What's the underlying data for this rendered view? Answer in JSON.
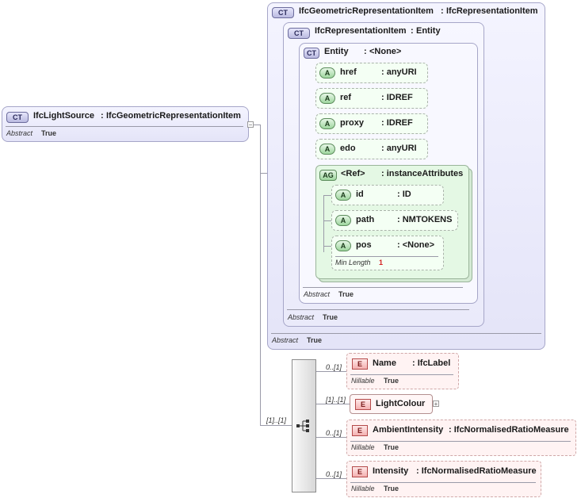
{
  "root": {
    "badge": "CT",
    "name": "IfcLightSource",
    "sep": ":",
    "base": "IfcGeometricRepresentationItem",
    "prop_label": "Abstract",
    "prop_value": "True",
    "toggle": "−"
  },
  "geo_item": {
    "badge": "CT",
    "name": "IfcGeometricRepresentationItem",
    "sep": ":",
    "base": "IfcRepresentationItem",
    "prop_label": "Abstract",
    "prop_value": "True"
  },
  "rep_item": {
    "badge": "CT",
    "name": "IfcRepresentationItem",
    "sep": ":",
    "base": "Entity",
    "prop_label": "Abstract",
    "prop_value": "True"
  },
  "entity": {
    "badge": "CT",
    "name": "Entity",
    "sep": ":",
    "base": "<None>",
    "prop_label": "Abstract",
    "prop_value": "True"
  },
  "attributes": [
    {
      "badge": "A",
      "name": "href",
      "type": ": anyURI"
    },
    {
      "badge": "A",
      "name": "ref",
      "type": ": IDREF"
    },
    {
      "badge": "A",
      "name": "proxy",
      "type": ": IDREF"
    },
    {
      "badge": "A",
      "name": "edo",
      "type": ": anyURI"
    }
  ],
  "attr_group": {
    "badge": "AG",
    "name": "<Ref>",
    "type": ": instanceAttributes",
    "items": [
      {
        "badge": "A",
        "name": "id",
        "type": ": ID"
      },
      {
        "badge": "A",
        "name": "path",
        "type": ": NMTOKENS"
      },
      {
        "badge": "A",
        "name": "pos",
        "type": ": <None>",
        "prop_label": "Min Length",
        "prop_value": "1"
      }
    ]
  },
  "sequence": {
    "multiplicity": "[1]..[1]",
    "icon": "sequence-icon"
  },
  "elements": [
    {
      "badge": "E",
      "name": "Name",
      "type": ": IfcLabel",
      "mult": "0..[1]",
      "prop_label": "Nillable",
      "prop_value": "True"
    },
    {
      "badge": "E",
      "name": "LightColour",
      "type": "",
      "mult": "[1]..[1]",
      "toggle": "+"
    },
    {
      "badge": "E",
      "name": "AmbientIntensity",
      "type": ": IfcNormalisedRatioMeasure",
      "mult": "0..[1]",
      "prop_label": "Nillable",
      "prop_value": "True"
    },
    {
      "badge": "E",
      "name": "Intensity",
      "type": ": IfcNormalisedRatioMeasure",
      "mult": "0..[1]",
      "prop_label": "Nillable",
      "prop_value": "True"
    }
  ]
}
